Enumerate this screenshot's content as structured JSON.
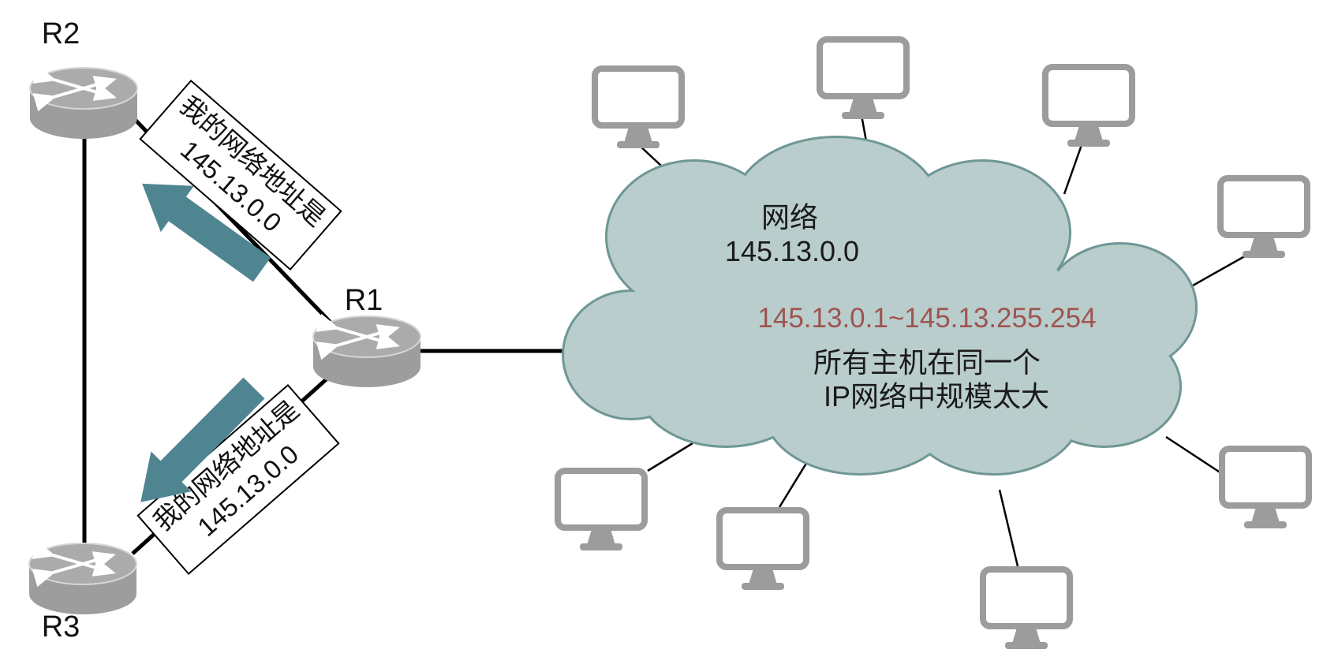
{
  "routers": [
    {
      "id": "r2",
      "label": "R2"
    },
    {
      "id": "r1",
      "label": "R1"
    },
    {
      "id": "r3",
      "label": "R3"
    }
  ],
  "advertisements": [
    {
      "line1": "我的网络地址是",
      "line2": "145.13.0.0"
    },
    {
      "line1": "我的网络地址是",
      "line2": "145.13.0.0"
    }
  ],
  "cloud": {
    "name": "网络",
    "address": "145.13.0.0",
    "host_range": "145.13.0.1~145.13.255.254",
    "note1": "所有主机在同一个",
    "note2": "IP网络中规模太大"
  },
  "hosts": {
    "count": 8
  },
  "colors": {
    "cloud_fill": "#b9cdcc",
    "cloud_stroke": "#6e9795",
    "router_body": "#9d9d9d",
    "router_top": "#ababab",
    "monitor_gray": "#9c9c9c",
    "arrow_teal": "#4e8591",
    "host_range_red": "#9e5450",
    "line_black": "#000000"
  }
}
